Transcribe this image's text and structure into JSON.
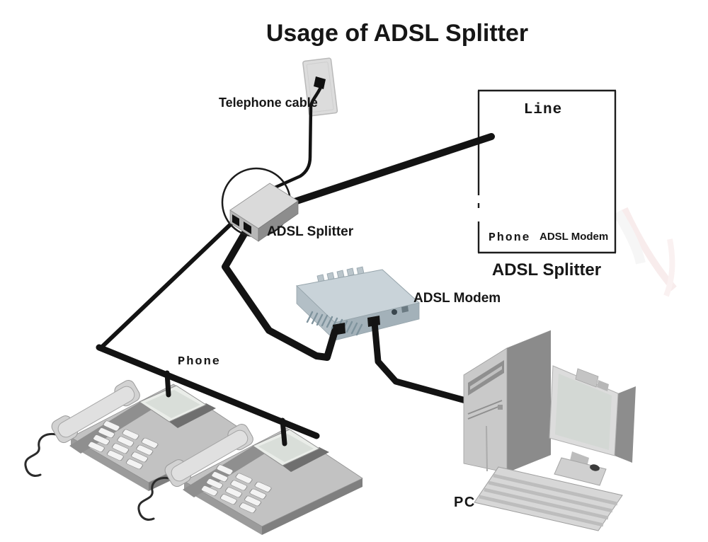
{
  "title": "Usage of ADSL Splitter",
  "wall": {
    "label": "Telephone cable"
  },
  "splitter": {
    "label": "ADSL Splitter"
  },
  "modem": {
    "label": "ADSL Modem"
  },
  "phones": {
    "label": "Phone"
  },
  "pc": {
    "label": "PC"
  },
  "detail_box": {
    "line_port": "Line",
    "phone_port": "Phone",
    "modem_port": "ADSL Modem",
    "caption": "ADSL Splitter"
  },
  "colors": {
    "background": "#ffffff",
    "cable": "#131313",
    "outline": "#1c1c1c",
    "modem_top": "#c9d3d9",
    "device_gray": "#c6c6c6",
    "watermark_pink": "#f2dada"
  }
}
